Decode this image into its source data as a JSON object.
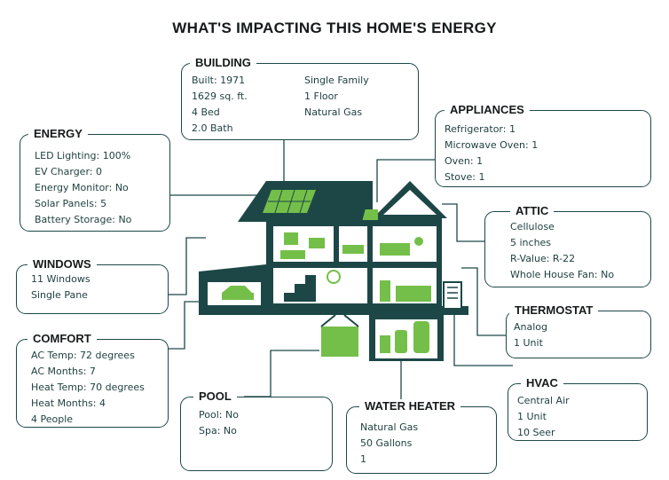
{
  "title": "WHAT'S IMPACTING THIS HOME'S ENERGY",
  "colors": {
    "dark_teal": "#1d4747",
    "green": "#74bf49",
    "light_green": "#c8e6b0",
    "text": "#1d3e3e"
  },
  "building": {
    "title": "BUILDING",
    "left": [
      "Built: 1971",
      "1629 sq. ft.",
      "4 Bed",
      "2.0 Bath"
    ],
    "right": [
      "Single Family",
      "1 Floor",
      "Natural Gas"
    ]
  },
  "appliances": {
    "title": "APPLIANCES",
    "lines": [
      "Refrigerator: 1",
      "Microwave Oven: 1",
      "Oven: 1",
      "Stove: 1"
    ]
  },
  "energy": {
    "title": "ENERGY",
    "lines": [
      "LED Lighting: 100%",
      "EV Charger: 0",
      "Energy Monitor: No",
      "Solar Panels: 5",
      "Battery Storage: No"
    ]
  },
  "attic": {
    "title": "ATTIC",
    "lines": [
      "Cellulose",
      "5 inches",
      "R-Value: R-22",
      "Whole House Fan: No"
    ]
  },
  "windows": {
    "title": "WINDOWS",
    "lines": [
      "11 Windows",
      "Single Pane"
    ]
  },
  "thermostat": {
    "title": "THERMOSTAT",
    "lines": [
      "Analog",
      "1 Unit"
    ]
  },
  "comfort": {
    "title": "COMFORT",
    "lines": [
      "AC Temp: 72 degrees",
      "AC Months: 7",
      "Heat Temp: 70 degrees",
      "Heat Months: 4",
      "4 People"
    ]
  },
  "pool": {
    "title": "POOL",
    "lines": [
      "Pool: No",
      "Spa: No"
    ]
  },
  "water_heater": {
    "title": "WATER HEATER",
    "lines": [
      "Natural Gas",
      "50 Gallons",
      "1"
    ]
  },
  "hvac": {
    "title": "HVAC",
    "lines": [
      "Central Air",
      "1 Unit",
      "10 Seer"
    ]
  }
}
